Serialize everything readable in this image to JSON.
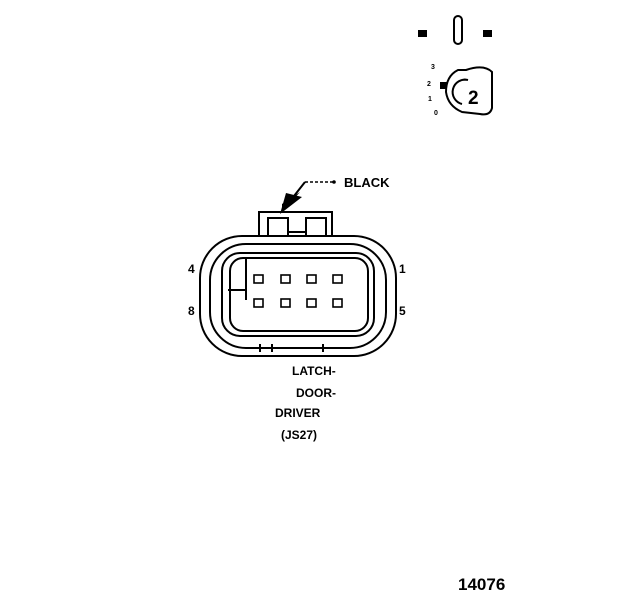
{
  "connector_label": "BLACK",
  "pin_labels": {
    "top_left": "4",
    "top_right": "1",
    "bottom_left": "8",
    "bottom_right": "5"
  },
  "connector_name": [
    "LATCH-",
    "DOOR-",
    "DRIVER",
    "(JS27)"
  ],
  "view_indicator": {
    "badge": "2",
    "scale": [
      "3",
      "2",
      "1",
      "0"
    ]
  },
  "figure_number": "14076",
  "colors": {
    "line": "#000000",
    "background": "#ffffff"
  }
}
